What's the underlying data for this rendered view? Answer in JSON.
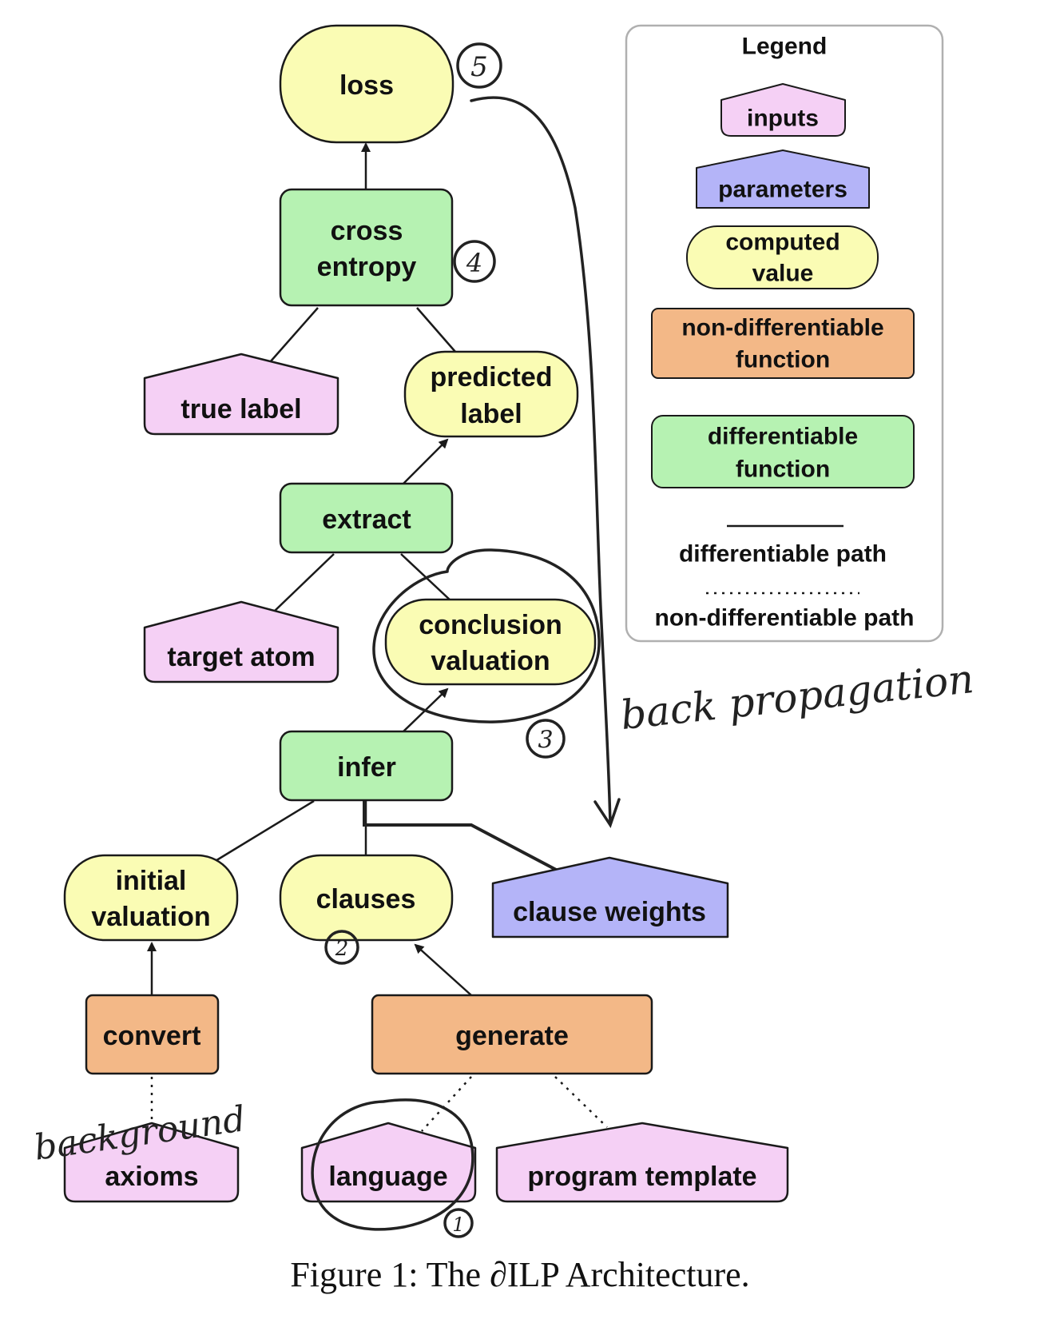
{
  "colors": {
    "inputs": "#f5d0f5",
    "parameters": "#b4b4f8",
    "computed": "#fafcb4",
    "non_differentiable": "#f3b887",
    "differentiable": "#b6f2b2",
    "stroke": "#1a1a1a",
    "annotation": "#222222"
  },
  "nodes": {
    "loss": "loss",
    "cross_entropy": [
      "cross",
      "entropy"
    ],
    "true_label": "true label",
    "predicted_label": [
      "predicted",
      "label"
    ],
    "extract": "extract",
    "target_atom": "target atom",
    "conclusion_valuation": [
      "conclusion",
      "valuation"
    ],
    "infer": "infer",
    "initial_valuation": [
      "initial",
      "valuation"
    ],
    "clauses": "clauses",
    "clause_weights": "clause weights",
    "convert": "convert",
    "generate": "generate",
    "axioms": "axioms",
    "language": "language",
    "program_template": "program template"
  },
  "legend": {
    "title": "Legend",
    "inputs": "inputs",
    "parameters": "parameters",
    "computed_value": [
      "computed",
      "value"
    ],
    "non_differentiable_function": [
      "non-differentiable",
      "function"
    ],
    "differentiable_function": [
      "differentiable",
      "function"
    ],
    "differentiable_path": "differentiable path",
    "non_differentiable_path": "non-differentiable path"
  },
  "annotations": {
    "marker_1": "1",
    "marker_2": "2",
    "marker_3": "3",
    "marker_4": "4",
    "marker_5": "5",
    "back_propagation": "back propagation",
    "background": "background"
  },
  "caption": "Figure 1: The ∂ILP Architecture."
}
